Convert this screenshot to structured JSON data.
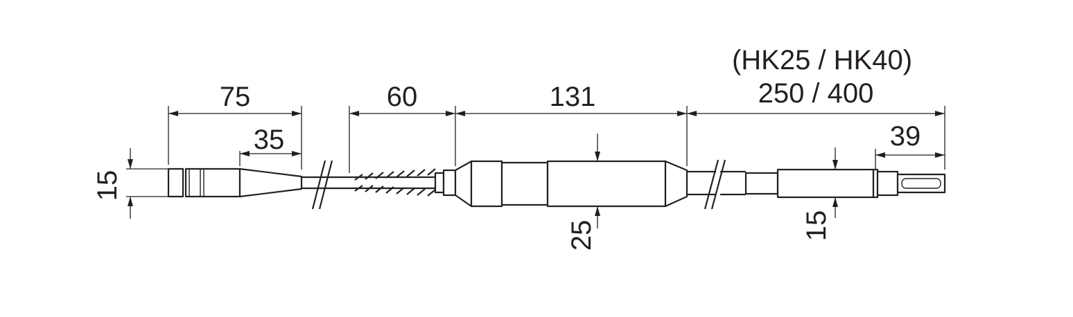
{
  "dimensions": {
    "d75": "75",
    "d35": "35",
    "d15_left": "15",
    "d60": "60",
    "d131": "131",
    "d25": "25",
    "model_note": "(HK25 / HK40)",
    "d250_400": "250 / 400",
    "d39": "39",
    "d15_right": "15"
  }
}
